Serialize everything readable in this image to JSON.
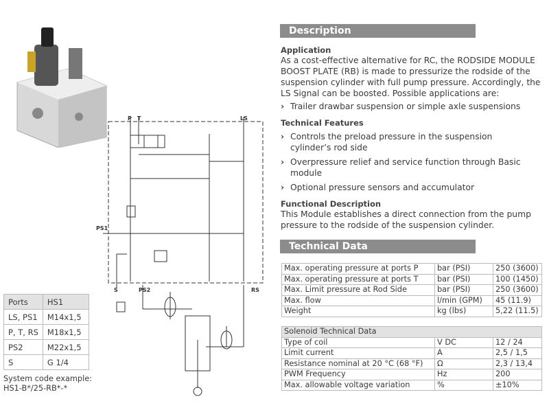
{
  "description": {
    "title": "Description",
    "application": {
      "heading": "Application",
      "text": "As a cost-effective alternative for RC, the RODSIDE MODULE BOOST PLATE (RB) is made to pressurize the rodside of the suspension cylinder with full pump pressure. Accordingly, the LS Signal can be boosted. Possible applications are:",
      "bullets": [
        "Trailer drawbar suspension or simple axle suspensions"
      ]
    },
    "features": {
      "heading": "Technical Features",
      "bullets": [
        "Controls the preload pressure in the suspension cylinder’s rod side",
        "Overpressure relief and service function through Basic module",
        "Optional pressure sensors and accumulator"
      ]
    },
    "functional": {
      "heading": "Functional Description",
      "text": "This Module establishes a direct connection from the pump pressure to the rodside of the suspension cylinder."
    }
  },
  "technical": {
    "title": "Technical Data",
    "rows": [
      [
        "Max. operating pressure at ports P",
        "bar (PSI)",
        "250 (3600)"
      ],
      [
        "Max. operating pressure at ports T",
        "bar (PSI)",
        "100 (1450)"
      ],
      [
        "Max. Limit pressure at Rod Side",
        "bar (PSI)",
        "250 (3600)"
      ],
      [
        "Max. flow",
        "l/min (GPM)",
        "45 (11.9)"
      ],
      [
        "Weight",
        "kg (lbs)",
        "5,22 (11.5)"
      ]
    ]
  },
  "solenoid": {
    "title": "Solenoid Technical Data",
    "rows": [
      [
        "Type of coil",
        "V DC",
        "12 / 24"
      ],
      [
        "Limit current",
        "A",
        "2,5 / 1,5"
      ],
      [
        "Resistance nominal at 20 °C (68 °F)",
        "Ω",
        "2,3 / 13,4"
      ],
      [
        "PWM Frequency",
        "Hz",
        "200"
      ],
      [
        "Max. allowable voltage variation",
        "%",
        "±10%"
      ]
    ]
  },
  "ports": {
    "header": [
      "Ports",
      "HS1"
    ],
    "rows": [
      [
        "LS, PS1",
        "M14x1,5"
      ],
      [
        "P, T, RS",
        "M18x1,5"
      ],
      [
        "PS2",
        "M22x1,5"
      ],
      [
        "S",
        "G 1/4"
      ]
    ],
    "code_label": "System code example:",
    "code": "HS1-B*/25-RB*-*"
  },
  "schematic": {
    "labels": {
      "p": "P",
      "t": "T",
      "ls": "LS",
      "ps1": "PS1",
      "s": "S",
      "ps2": "PS2",
      "rs": "RS"
    }
  }
}
